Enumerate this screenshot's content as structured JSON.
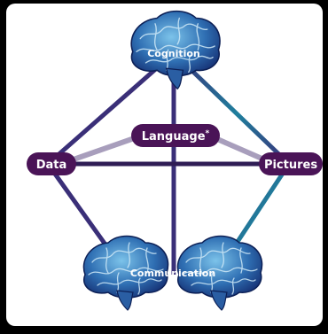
{
  "nodes": {
    "cognition": "Cognition",
    "language": "Language",
    "language_mark": "*",
    "data": "Data",
    "pictures": "Pictures",
    "communication": "Communication"
  },
  "colors": {
    "background": "#000000",
    "card": "#ffffff",
    "pill": "#4a1457",
    "edge": "#3f2a72",
    "edge_teal": "#1a8fa6",
    "brain_dark": "#13306f",
    "brain_light": "#6bb7e0"
  },
  "icons": [
    "brain-icon"
  ]
}
